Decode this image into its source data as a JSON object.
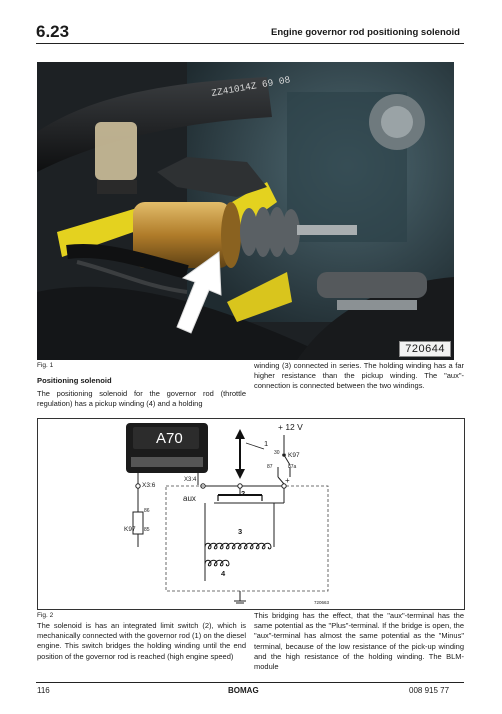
{
  "header": {
    "section_number": "6.23",
    "section_title": "Engine governor rod positioning solenoid"
  },
  "photo": {
    "image_code": "720644",
    "part_label": "ZZ41014Z 69 08"
  },
  "figure1": {
    "label": "Fig. 1",
    "heading": "Positioning solenoid",
    "left_text": "The positioning solenoid for the governor rod (throttle regulation)  has a pickup winding (4) and a holding",
    "right_text": "winding (3) connected in series. The holding winding has a far higher resistance than the pickup winding. The \"aux\"-connection is connected between the two windings."
  },
  "diagram": {
    "module": "A70",
    "voltage": "+ 12 V",
    "relay_name": "K97",
    "relay_pin_30": "30",
    "relay_pin_87": "87",
    "relay_pin_87a": "87a",
    "coil_relay": "K97",
    "coil_pin_86": "86",
    "coil_pin_85": "85",
    "connector_x36": "X3:6",
    "connector_x34": "X3:4",
    "aux_label": "aux",
    "plus_label": "+",
    "callout_1": "1",
    "callout_2": "2",
    "callout_3": "3",
    "callout_4": "4",
    "image_code": "720663"
  },
  "figure2": {
    "label": "Fig. 2",
    "left_text": "The solenoid is has an integrated limit switch (2), which is mechanically connected with the governor rod (1) on the diesel engine. This switch bridges the holding winding until the end position of the governor rod is reached (high engine speed)",
    "right_text": "This bridging has the effect, that the \"aux\"-terminal has the same potential as the \"Plus\"-terminal. If the bridge is open, the \"aux\"-terminal has almost the same potential as the \"Minus\" terminal, because of the low resistance of the pick-up winding and the high resistance of the holding winding. The BLM-module"
  },
  "footer": {
    "page_number": "116",
    "brand": "BOMAG",
    "doc_number": "008 915 77"
  }
}
